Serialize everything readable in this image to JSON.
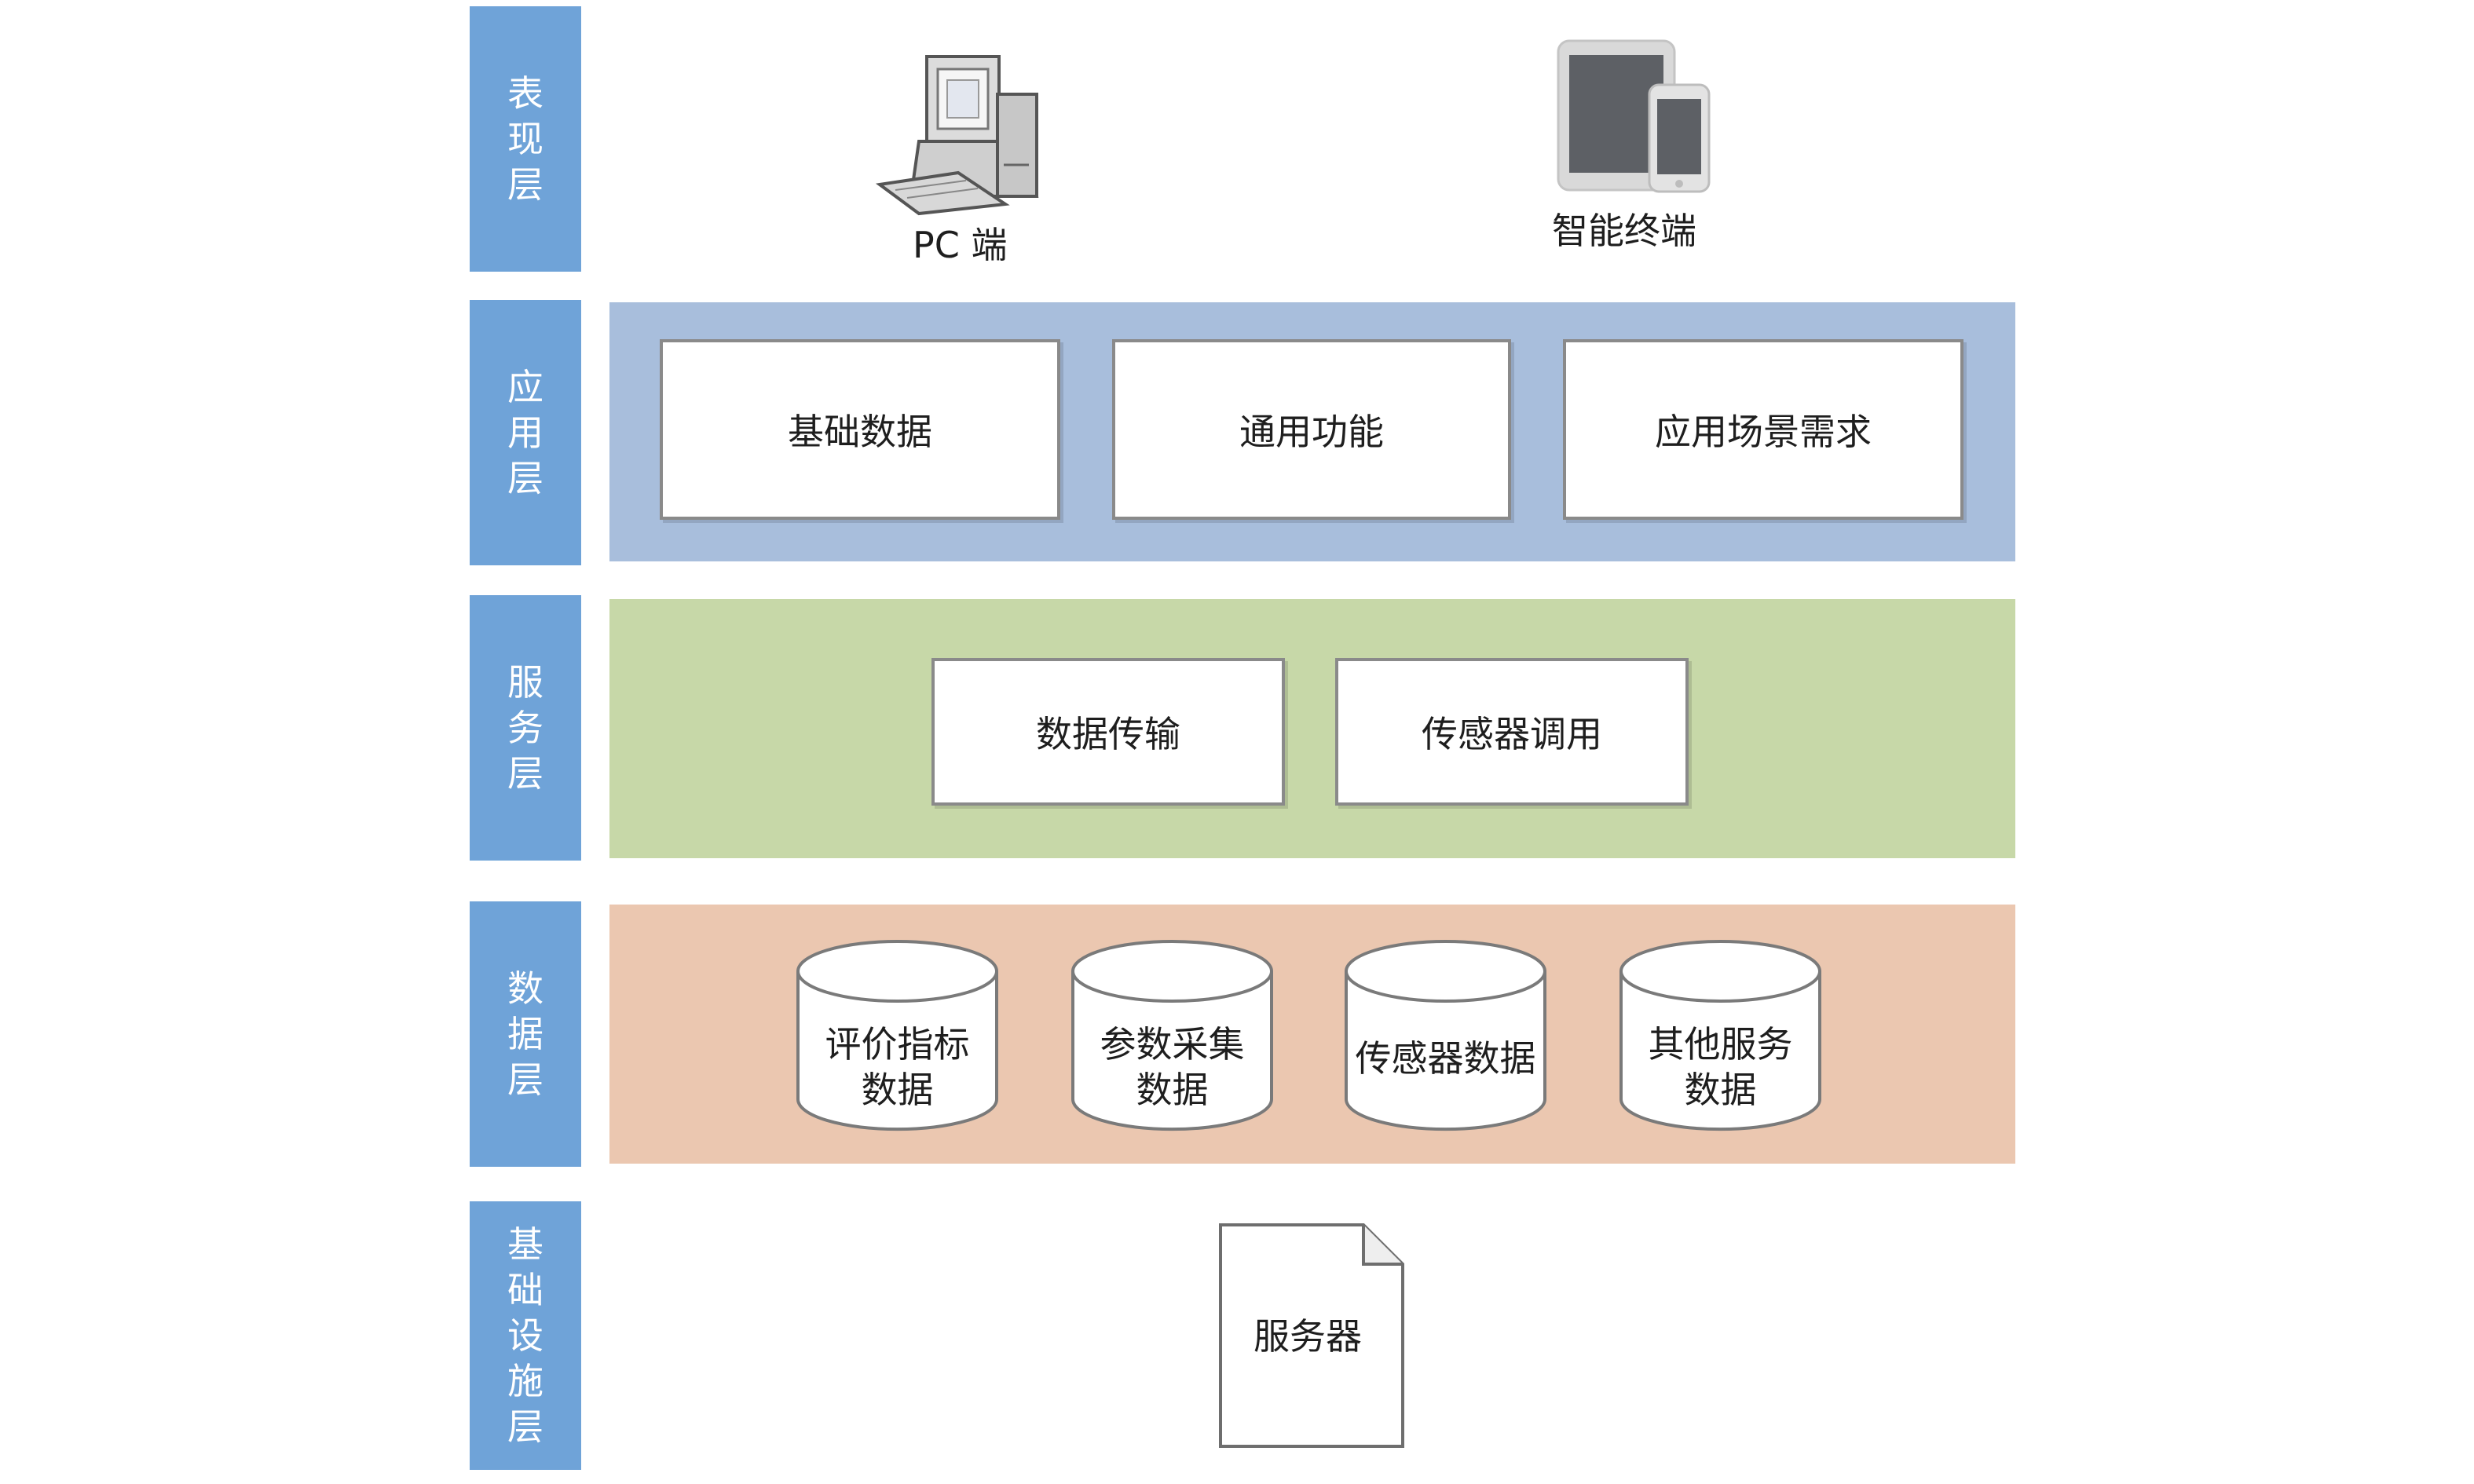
{
  "layers": [
    {
      "id": "presentation",
      "label": "表现层"
    },
    {
      "id": "application",
      "label": "应用层"
    },
    {
      "id": "service",
      "label": "服务层"
    },
    {
      "id": "data",
      "label": "数据层"
    },
    {
      "id": "infrastructure",
      "label": "基础设施层"
    }
  ],
  "presentation": {
    "pc_label": "PC 端",
    "mobile_label": "智能终端"
  },
  "application": {
    "boxes": [
      "基础数据",
      "通用功能",
      "应用场景需求"
    ]
  },
  "service": {
    "boxes": [
      "数据传输",
      "传感器调用"
    ]
  },
  "data": {
    "stores": [
      {
        "line1": "评价指标",
        "line2": "数据"
      },
      {
        "line1": "参数采集",
        "line2": "数据"
      },
      {
        "line1": "传感器数据",
        "line2": ""
      },
      {
        "line1": "其他服务",
        "line2": "数据"
      }
    ]
  },
  "infrastructure": {
    "server_label": "服务器"
  },
  "colors": {
    "layer_tab": "#6fa3d8",
    "application_band": "#a8bedc",
    "service_band": "#c7d8a8",
    "data_band": "#ebc7b0"
  },
  "icons": [
    "desktop-pc-icon",
    "tablet-phone-icon",
    "database-cylinder-icon",
    "document-server-icon"
  ]
}
